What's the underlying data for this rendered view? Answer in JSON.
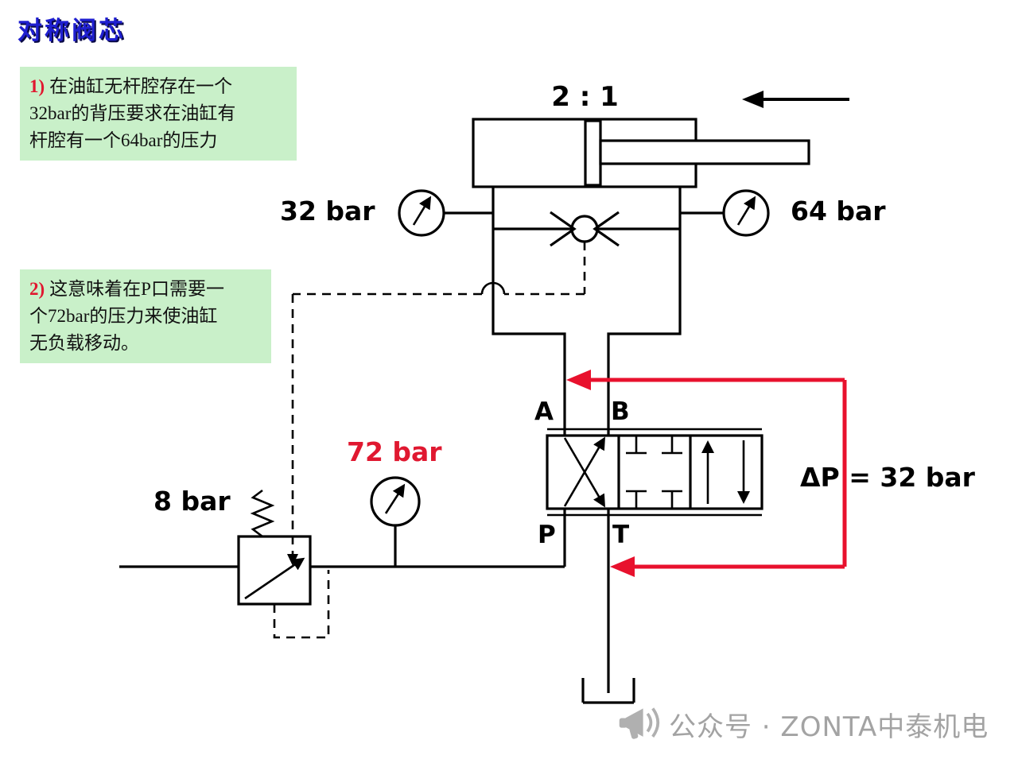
{
  "title": "对称阀芯",
  "notes": {
    "note1": {
      "num": "1)",
      "line1": "在油缸无杆腔存在一个",
      "line2": "32bar的背压要求在油缸有",
      "line3": "杆腔有一个64bar的压力"
    },
    "note2": {
      "num": "2)",
      "line1": "这意味着在P口需要一",
      "line2": "个72bar的压力来使油缸",
      "line3": "无负载移动。"
    }
  },
  "labels": {
    "ratio": "2 : 1",
    "gauge_left": "32 bar",
    "gauge_right": "64 bar",
    "gauge_pump": "72 bar",
    "relief": "8 bar",
    "port_a": "A",
    "port_b": "B",
    "port_p": "P",
    "port_t": "T",
    "delta_p": "ΔP = 32 bar"
  },
  "watermark": "公众号 · ZONTA中泰机电",
  "colors": {
    "red": "#e8112d",
    "text_red": "#e01830",
    "note_green": "#c9f0c9",
    "title_blue": "#1f1fd0",
    "watermark_gray": "#a3a3a3"
  }
}
